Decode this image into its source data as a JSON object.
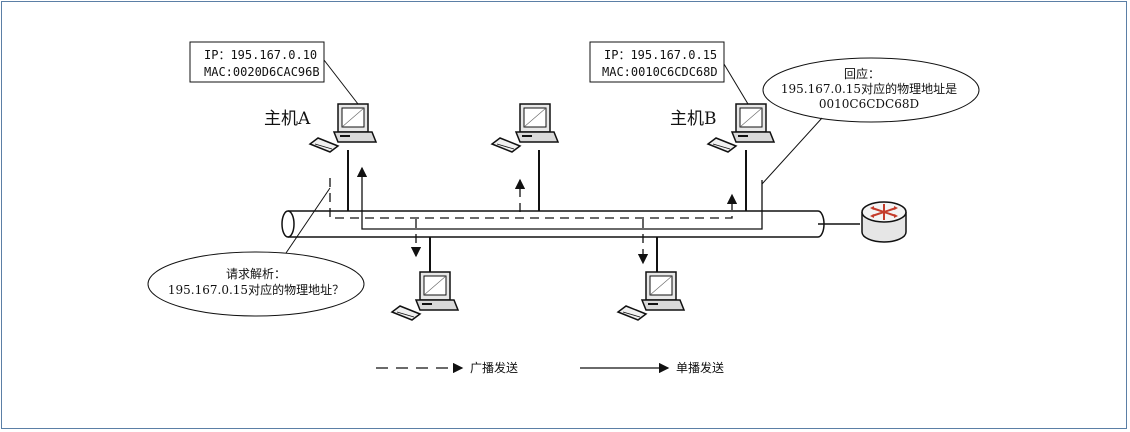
{
  "hosts": {
    "a": {
      "label": "主机A",
      "ip": "IP：195.167.0.10",
      "mac": "MAC:0020D6CAC96B"
    },
    "b": {
      "label": "主机B",
      "ip": "IP：195.167.0.15",
      "mac": "MAC:0010C6CDC68D"
    }
  },
  "callouts": {
    "request": {
      "line1": "请求解析：",
      "line2": "195.167.0.15对应的物理地址？"
    },
    "reply": {
      "line1": "回应：",
      "line2": "195.167.0.15对应的物理地址是",
      "line3": "0010C6CDC68D"
    }
  },
  "legend": {
    "broadcast": "广播发送",
    "unicast": "单播发送"
  },
  "colors": {
    "border": "#5b7fa6",
    "router": "#c43b2a"
  },
  "icons": {
    "computer": "desktop-computer-icon",
    "router": "router-icon"
  }
}
